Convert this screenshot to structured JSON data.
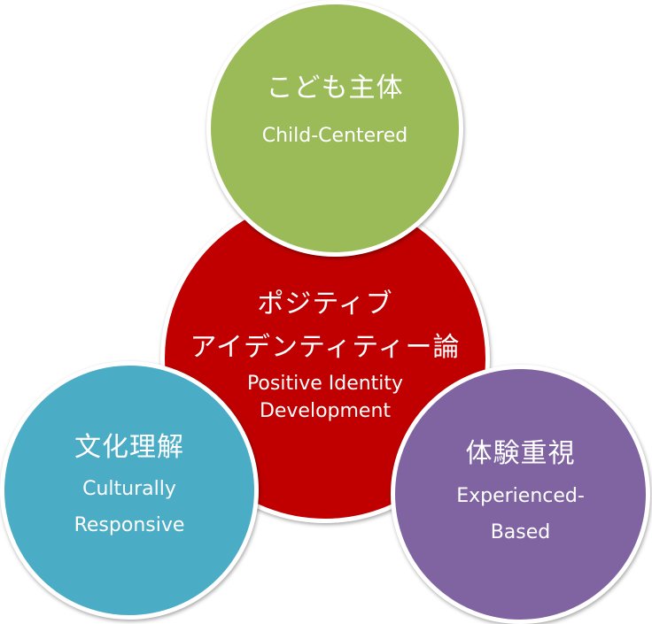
{
  "colors": {
    "center": "#C00000",
    "top": "#9BBB59",
    "left": "#4BACC6",
    "right": "#8064A2",
    "text": "#FFFFFF"
  },
  "center": {
    "jp_line1": "ポジティブ",
    "jp_line2": "アイデンティティー論",
    "en_line1": "Positive Identity",
    "en_line2": "Development"
  },
  "top": {
    "jp": "こども主体",
    "en": "Child-Centered"
  },
  "left": {
    "jp": "文化理解",
    "en_line1": "Culturally",
    "en_line2": "Responsive"
  },
  "right": {
    "jp": "体験重視",
    "en_line1": "Experienced-",
    "en_line2": "Based"
  }
}
